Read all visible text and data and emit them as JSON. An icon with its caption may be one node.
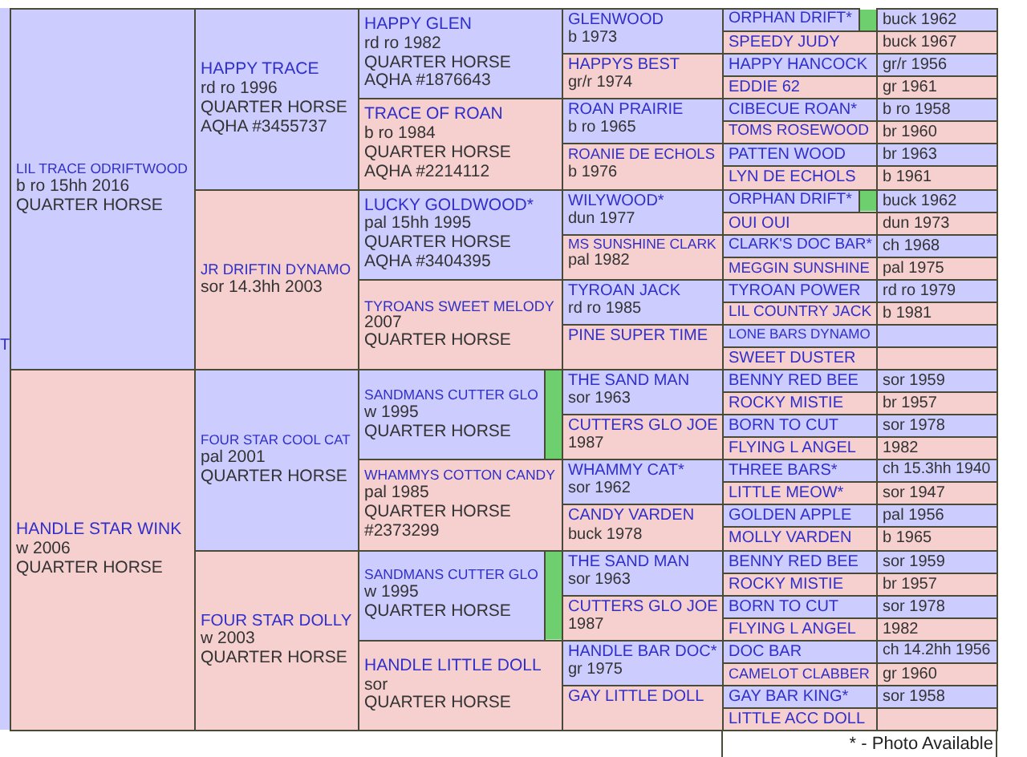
{
  "diagram": {
    "nodes": [
      {
        "text": [
          "LIL TRACE ODRIFTWOOD",
          "b ro 15hh 2016",
          "QUARTER HORSE"
        ]
      },
      {
        "text": [
          "HAPPY TRACE",
          "rd ro 1996",
          "QUARTER HORSE",
          "AQHA #3455737"
        ]
      },
      {
        "text": [
          "HAPPY GLEN",
          "rd ro 1982",
          "QUARTER HORSE",
          "AQHA #1876643"
        ]
      },
      {
        "text": [
          "GLENWOOD",
          "b 1973"
        ]
      },
      {
        "text": [
          "ORPHAN DRIFT*"
        ]
      },
      {
        "text": [
          "buck 1962"
        ]
      },
      {
        "text": [
          "SPEEDY JUDY"
        ]
      },
      {
        "text": [
          "buck 1967"
        ]
      },
      {
        "text": [
          "HAPPYS BEST",
          "gr/r 1974"
        ]
      },
      {
        "text": [
          "HAPPY HANCOCK"
        ]
      },
      {
        "text": [
          "gr/r 1956"
        ]
      },
      {
        "text": [
          "EDDIE 62"
        ]
      },
      {
        "text": [
          "gr 1961"
        ]
      },
      {
        "text": [
          "TRACE OF ROAN",
          "b ro 1984",
          "QUARTER HORSE",
          "AQHA #2214112"
        ]
      },
      {
        "text": [
          "ROAN PRAIRIE",
          "b ro 1965"
        ]
      },
      {
        "text": [
          "CIBECUE ROAN*"
        ]
      },
      {
        "text": [
          "b ro 1958"
        ]
      },
      {
        "text": [
          "TOMS ROSEWOOD"
        ]
      },
      {
        "text": [
          "br 1960"
        ]
      },
      {
        "text": [
          "ROANIE DE ECHOLS",
          "b 1976"
        ]
      },
      {
        "text": [
          "PATTEN WOOD"
        ]
      },
      {
        "text": [
          "br 1963"
        ]
      },
      {
        "text": [
          "LYN DE ECHOLS"
        ]
      },
      {
        "text": [
          "b 1961"
        ]
      },
      {
        "text": [
          "JR DRIFTIN DYNAMO",
          "sor 14.3hh 2003"
        ]
      },
      {
        "text": [
          "LUCKY GOLDWOOD*",
          "pal 15hh 1995",
          "QUARTER HORSE",
          "AQHA #3404395"
        ]
      },
      {
        "text": [
          "WILYWOOD*",
          "dun 1977"
        ]
      },
      {
        "text": [
          "ORPHAN DRIFT*"
        ]
      },
      {
        "text": [
          "buck 1962"
        ]
      },
      {
        "text": [
          "OUI OUI"
        ]
      },
      {
        "text": [
          "dun 1973"
        ]
      },
      {
        "text": [
          "MS SUNSHINE CLARK",
          "pal 1982"
        ]
      },
      {
        "text": [
          "CLARK'S DOC BAR*"
        ]
      },
      {
        "text": [
          "ch 1968"
        ]
      },
      {
        "text": [
          "MEGGIN SUNSHINE"
        ]
      },
      {
        "text": [
          "pal 1975"
        ]
      },
      {
        "text": [
          "TYROANS SWEET MELODY",
          "2007",
          "QUARTER HORSE"
        ]
      },
      {
        "text": [
          "TYROAN JACK",
          "rd ro 1985"
        ]
      },
      {
        "text": [
          "TYROAN POWER"
        ]
      },
      {
        "text": [
          "rd ro 1979"
        ]
      },
      {
        "text": [
          "LIL COUNTRY JACK"
        ]
      },
      {
        "text": [
          "b 1981"
        ]
      },
      {
        "text": [
          "PINE SUPER TIME"
        ]
      },
      {
        "text": [
          "LONE BARS DYNAMO"
        ]
      },
      {
        "text": [],
        "shape": "box"
      },
      {
        "text": [
          "SWEET DUSTER"
        ]
      },
      {
        "text": [],
        "shape": "box"
      },
      {
        "text": [
          "HANDLE STAR WINK",
          "w 2006",
          "QUARTER HORSE"
        ]
      },
      {
        "text": [
          "FOUR STAR COOL CAT",
          "pal 2001",
          "QUARTER HORSE"
        ]
      },
      {
        "text": [
          "SANDMANS CUTTER GLO",
          "w 1995",
          "QUARTER HORSE"
        ]
      },
      {
        "text": [
          "THE SAND MAN",
          "sor 1963"
        ]
      },
      {
        "text": [
          "BENNY RED BEE"
        ]
      },
      {
        "text": [
          "sor 1959"
        ]
      },
      {
        "text": [
          "ROCKY MISTIE"
        ]
      },
      {
        "text": [
          "br 1957"
        ]
      },
      {
        "text": [
          "CUTTERS GLO JOE",
          "1987"
        ]
      },
      {
        "text": [
          "BORN TO CUT"
        ]
      },
      {
        "text": [
          "sor 1978"
        ]
      },
      {
        "text": [
          "FLYING L ANGEL"
        ]
      },
      {
        "text": [
          "1982"
        ]
      },
      {
        "text": [
          "WHAMMYS COTTON CANDY",
          "pal 1985",
          "QUARTER HORSE",
          "#2373299"
        ]
      },
      {
        "text": [
          "WHAMMY CAT*",
          "sor 1962"
        ]
      },
      {
        "text": [
          "THREE BARS*"
        ]
      },
      {
        "text": [
          "ch 15.3hh 1940"
        ]
      },
      {
        "text": [
          "LITTLE MEOW*"
        ]
      },
      {
        "text": [
          "sor 1947"
        ]
      },
      {
        "text": [
          "CANDY VARDEN",
          "buck 1978"
        ]
      },
      {
        "text": [
          "GOLDEN APPLE"
        ]
      },
      {
        "text": [
          "pal 1956"
        ]
      },
      {
        "text": [
          "MOLLY VARDEN"
        ]
      },
      {
        "text": [
          "b 1965"
        ]
      },
      {
        "text": [
          "FOUR STAR DOLLY",
          "w 2003",
          "QUARTER HORSE"
        ]
      },
      {
        "text": [
          "SANDMANS CUTTER GLO",
          "w 1995",
          "QUARTER HORSE"
        ]
      },
      {
        "text": [
          "THE SAND MAN",
          "sor 1963"
        ]
      },
      {
        "text": [
          "BENNY RED BEE"
        ]
      },
      {
        "text": [
          "sor 1959"
        ]
      },
      {
        "text": [
          "ROCKY MISTIE"
        ]
      },
      {
        "text": [
          "br 1957"
        ]
      },
      {
        "text": [
          "CUTTERS GLO JOE",
          "1987"
        ]
      },
      {
        "text": [
          "BORN TO CUT"
        ]
      },
      {
        "text": [
          "sor 1978"
        ]
      },
      {
        "text": [
          "FLYING L ANGEL"
        ]
      },
      {
        "text": [
          "1982"
        ]
      },
      {
        "text": [
          "HANDLE LITTLE DOLL",
          "sor",
          "QUARTER HORSE"
        ]
      },
      {
        "text": [
          "HANDLE BAR DOC*",
          "gr 1975"
        ]
      },
      {
        "text": [
          "DOC BAR"
        ]
      },
      {
        "text": [
          "ch 14.2hh 1956"
        ]
      },
      {
        "text": [
          "CAMELOT CLABBER"
        ]
      },
      {
        "text": [
          "gr 1960"
        ]
      },
      {
        "text": [
          "GAY LITTLE DOLL"
        ]
      },
      {
        "text": [
          "GAY BAR KING*"
        ]
      },
      {
        "text": [
          "sor 1958"
        ]
      },
      {
        "text": [
          "LITTLE ACC DOLL"
        ]
      },
      {
        "text": [],
        "shape": "box"
      }
    ],
    "labels": [
      "T",
      "* - Photo Available"
    ]
  }
}
